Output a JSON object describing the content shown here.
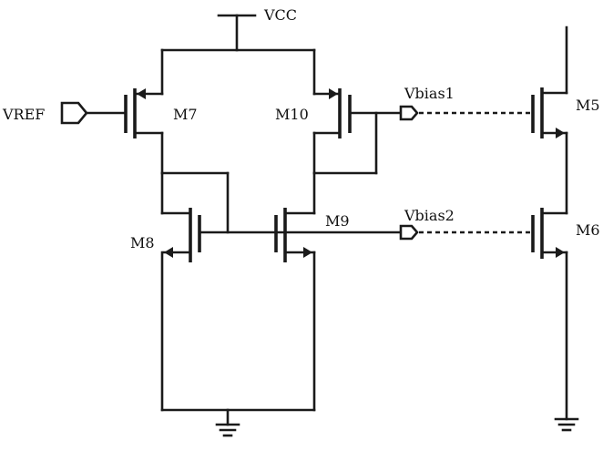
{
  "labels": {
    "vcc": "VCC",
    "vref": "VREF",
    "m7": "M7",
    "m10": "M10",
    "m8": "M8",
    "m9": "M9",
    "m5": "M5",
    "m6": "M6",
    "vbias1": "Vbias1",
    "vbias2": "Vbias2"
  }
}
